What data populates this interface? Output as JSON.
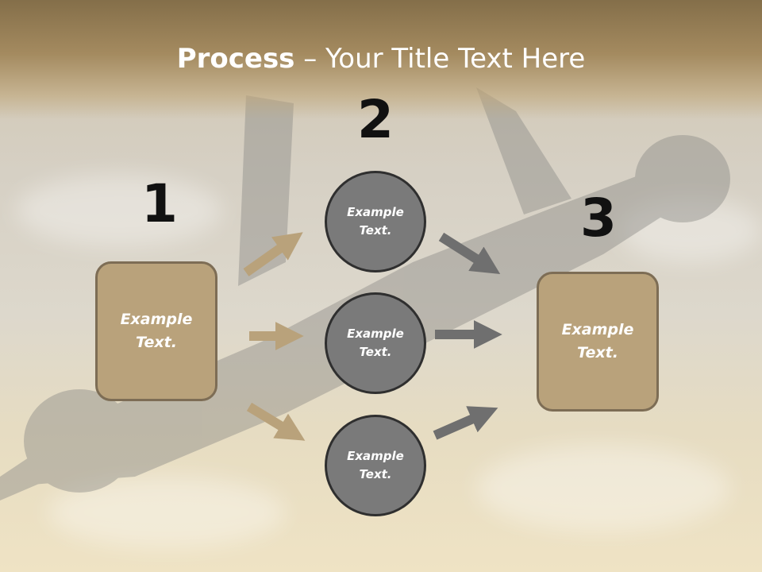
{
  "title": {
    "bold": "Process",
    "rest": " – Your Title Text Here"
  },
  "steps": {
    "one": "1",
    "two": "2",
    "three": "3"
  },
  "left_box": {
    "line1": "Example",
    "line2": "Text."
  },
  "circles": [
    {
      "line1": "Example",
      "line2": "Text."
    },
    {
      "line1": "Example",
      "line2": "Text."
    },
    {
      "line1": "Example",
      "line2": "Text."
    }
  ],
  "right_box": {
    "line1": "Example",
    "line2": "Text."
  },
  "colors": {
    "box_fill": "#b9a27b",
    "box_border": "#7d6d55",
    "circle_fill": "#7a7a7a",
    "circle_border": "#2f2f2f",
    "tan_arrow": "#b9a27b",
    "gray_arrow": "#6f6f6f"
  }
}
